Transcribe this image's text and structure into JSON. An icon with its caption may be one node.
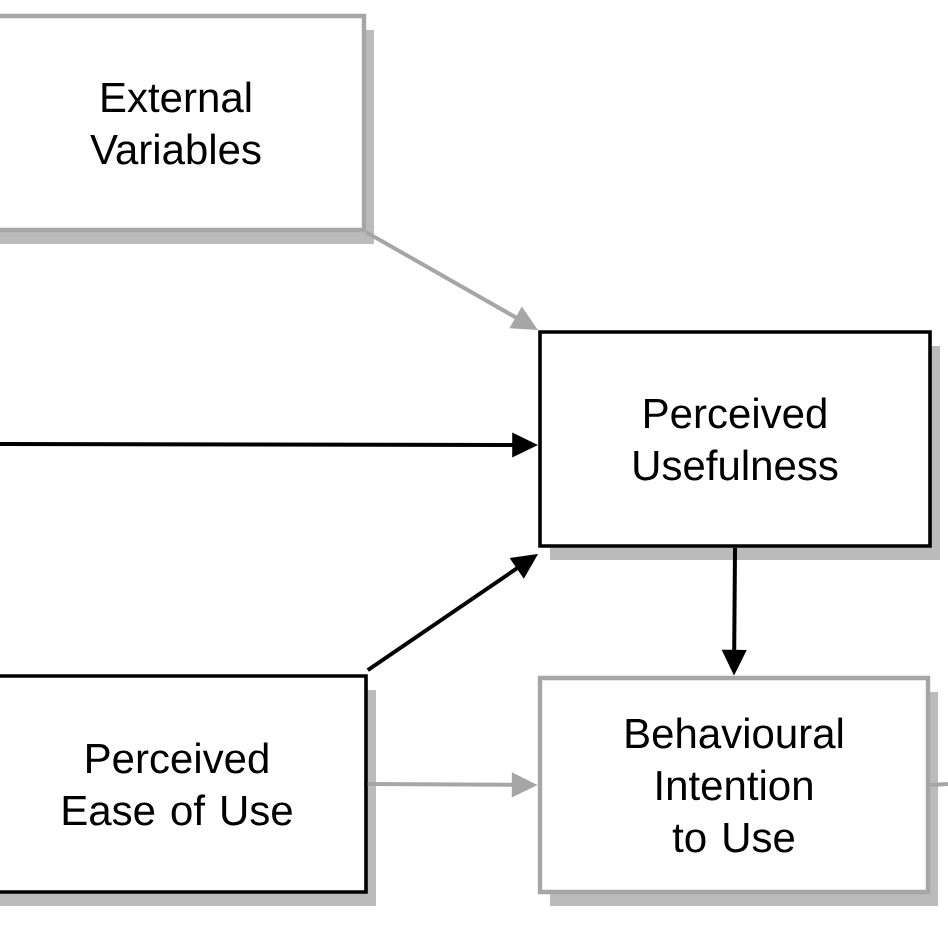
{
  "diagram": {
    "nodes": [
      {
        "text": [
          "External Variables"
        ]
      },
      {
        "text": [
          "Perceived Usefulness"
        ]
      },
      {
        "text": [
          "Perceived Ease of Use"
        ]
      },
      {
        "text": [
          "Behavioural Intention to Use"
        ]
      }
    ],
    "edges": [
      {
        "from": 0,
        "to": 1,
        "arrow": "to",
        "color": "#a6a6a6"
      },
      {
        "from": null,
        "to": 1,
        "arrow": "to",
        "color": "#000000"
      },
      {
        "from": 2,
        "to": 1,
        "arrow": "to",
        "color": "#000000"
      },
      {
        "from": 1,
        "to": 3,
        "arrow": "to",
        "color": "#000000"
      },
      {
        "from": 2,
        "to": 3,
        "arrow": "to",
        "color": "#a6a6a6"
      },
      {
        "from": 3,
        "to": null,
        "arrow": "none",
        "color": "#a6a6a6"
      }
    ]
  }
}
